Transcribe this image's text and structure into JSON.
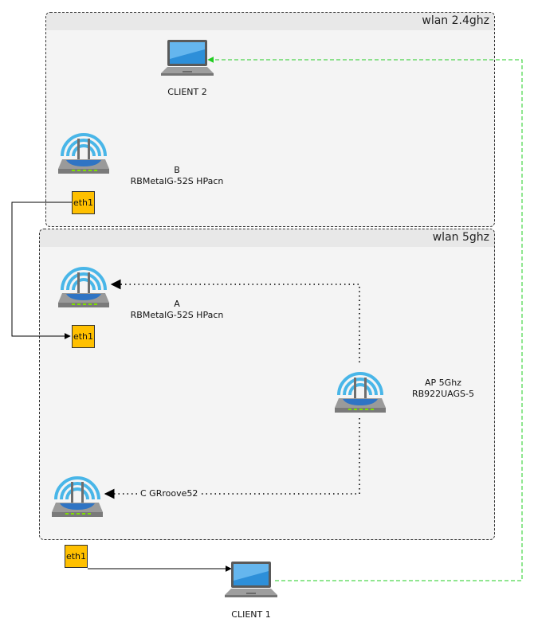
{
  "groups": {
    "wlan24": {
      "title": "wlan 2.4ghz"
    },
    "wlan5": {
      "title": "wlan 5ghz"
    }
  },
  "nodes": {
    "client2": {
      "label": "CLIENT 2"
    },
    "b": {
      "name": "B",
      "model": "RBMetalG-52S HPacn"
    },
    "a": {
      "name": "A",
      "model": "RBMetalG-52S HPacn"
    },
    "ap": {
      "name": "AP 5Ghz",
      "model": "RB922UAGS-5"
    },
    "c": {
      "label": "C GRroove52"
    },
    "client1": {
      "label": "CLIENT 1"
    }
  },
  "ports": {
    "b_eth1": "eth1",
    "a_eth1": "eth1",
    "c_eth1": "eth1"
  },
  "colors": {
    "port": "#ffc000",
    "wireless_link": "#22cc22",
    "router_waves": "#49b6e8",
    "router_top": "#2f74c4"
  }
}
